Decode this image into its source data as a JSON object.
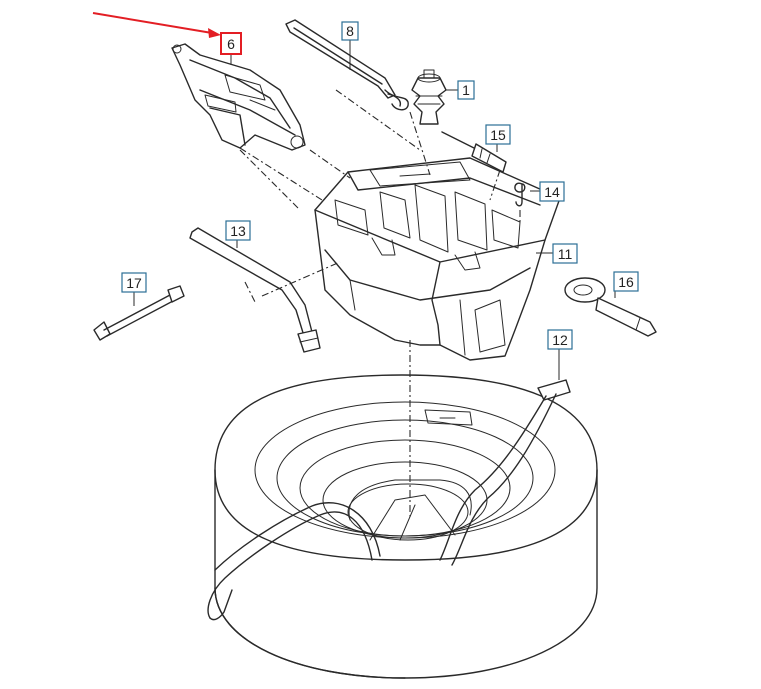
{
  "diagram": {
    "callouts": [
      {
        "id": "part-6",
        "label": "6"
      },
      {
        "id": "part-8",
        "label": "8"
      },
      {
        "id": "part-1",
        "label": "1"
      },
      {
        "id": "part-15",
        "label": "15"
      },
      {
        "id": "part-14",
        "label": "14"
      },
      {
        "id": "part-11",
        "label": "11"
      },
      {
        "id": "part-13",
        "label": "13"
      },
      {
        "id": "part-17",
        "label": "17"
      },
      {
        "id": "part-16",
        "label": "16"
      },
      {
        "id": "part-12",
        "label": "12"
      }
    ],
    "highlight": {
      "target": "part-6",
      "color": "#e31e24"
    },
    "colors": {
      "line": "#2a2a2a",
      "callout_border": "#2b6f95"
    }
  }
}
